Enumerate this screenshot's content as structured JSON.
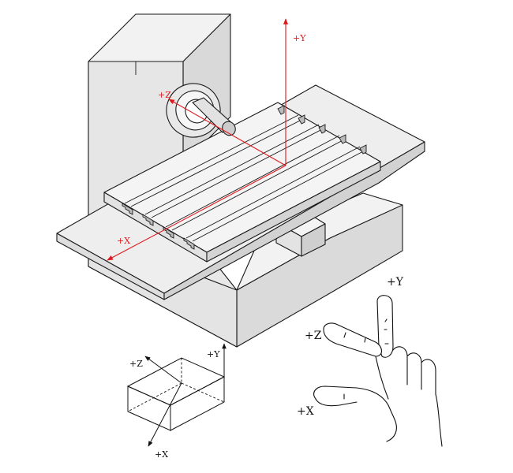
{
  "colors": {
    "axis_red": "#e0191e",
    "face_light": "#f0f0f0",
    "face_mid": "#e2e2e2",
    "face_dark": "#cfcfcf",
    "line": "#1a1a1a"
  },
  "machine_axes": {
    "y_label": "+Y",
    "z_label": "+Z",
    "x_label": "+X"
  },
  "block_axes": {
    "z_label": "+Z",
    "y_label": "+Y",
    "x_label": "+X"
  },
  "hand_axes": {
    "y_label": "+Y",
    "z_label": "+Z",
    "x_label": "+X"
  }
}
